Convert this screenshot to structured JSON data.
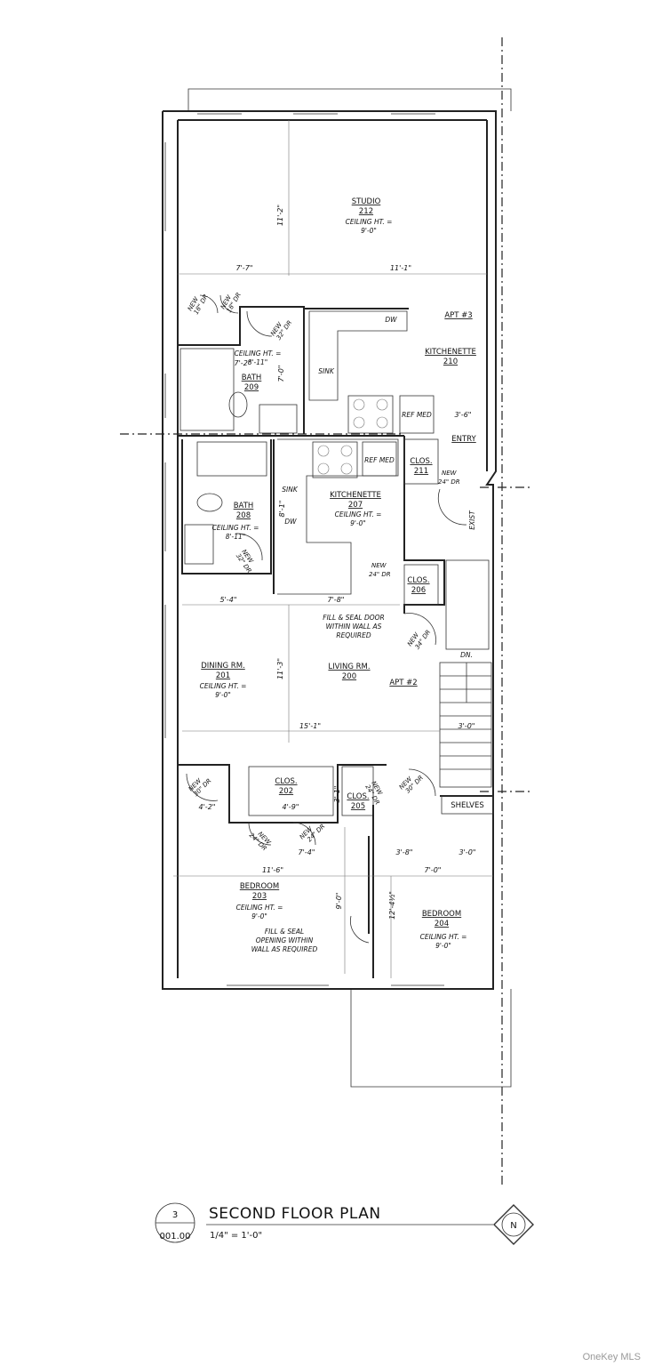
{
  "plan": {
    "title": "SECOND FLOOR PLAN",
    "scale": "1/4\" = 1'-0\"",
    "detail_number": "3",
    "sheet_number": "001.00",
    "north_label": "N"
  },
  "rooms": {
    "studio": {
      "name": "STUDIO",
      "number": "212",
      "ceiling_line1": "CEILING HT. =",
      "ceiling_line2": "9'-0\""
    },
    "apt3": {
      "name": "APT #3"
    },
    "kitchenette210": {
      "name": "KITCHENETTE",
      "number": "210"
    },
    "bath209": {
      "name": "BATH",
      "number": "209",
      "ceiling_line1": "CEILING HT. =",
      "ceiling_line2": "8'-11\""
    },
    "bath208": {
      "name": "BATH",
      "number": "208",
      "ceiling_line1": "CEILING HT. =",
      "ceiling_line2": "8'-11\""
    },
    "kitchenette207": {
      "name": "KITCHENETTE",
      "number": "207",
      "ceiling_line1": "CEILING HT. =",
      "ceiling_line2": "9'-0\""
    },
    "clos211": {
      "name": "CLOS.",
      "number": "211"
    },
    "entry": {
      "name": "ENTRY"
    },
    "exist": {
      "name": "EXIST"
    },
    "clos206": {
      "name": "CLOS.",
      "number": "206"
    },
    "dining": {
      "name": "DINING RM.",
      "number": "201",
      "ceiling_line1": "CEILING HT. =",
      "ceiling_line2": "9'-0\""
    },
    "living": {
      "name": "LIVING RM.",
      "number": "200"
    },
    "apt2": {
      "name": "APT #2"
    },
    "clos202": {
      "name": "CLOS.",
      "number": "202"
    },
    "clos205": {
      "name": "CLOS.",
      "number": "205"
    },
    "bedroom203": {
      "name": "BEDROOM",
      "number": "203",
      "ceiling_line1": "CEILING HT. =",
      "ceiling_line2": "9'-0\""
    },
    "bedroom204": {
      "name": "BEDROOM",
      "number": "204",
      "ceiling_line1": "CEILING HT. =",
      "ceiling_line2": "9'-0\""
    },
    "shelves": {
      "name": "SHELVES"
    },
    "stairs": {
      "name": "DN."
    }
  },
  "fixtures": {
    "dw": "DW",
    "sink": "SINK",
    "ref_med": "REF MED"
  },
  "notes": {
    "fill_door": [
      "FILL & SEAL DOOR",
      "WITHIN WALL AS",
      "REQUIRED"
    ],
    "fill_opening": [
      "FILL & SEAL",
      "OPENING WITHIN",
      "WALL AS REQUIRED"
    ]
  },
  "doors": {
    "d1": [
      "NEW",
      "18\" DR"
    ],
    "d2": [
      "NEW",
      "18\" DR"
    ],
    "d3": [
      "NEW",
      "32\" DR"
    ],
    "d4": [
      "NEW",
      "24\" DR"
    ],
    "d5": [
      "NEW",
      "32\" DR"
    ],
    "d6": [
      "NEW",
      "24\" DR"
    ],
    "d7": [
      "NEW",
      "34\" DR"
    ],
    "d8": [
      "NEW",
      "30\" DR"
    ],
    "d9": [
      "NEW",
      "24\" DR"
    ],
    "d10": [
      "NEW",
      "24\" DR"
    ],
    "d11": [
      "NEW",
      "24\" DR"
    ],
    "d12": [
      "NEW",
      "30\" DR"
    ]
  },
  "dimensions": {
    "studio_height": "11'-2\"",
    "studio_w1": "7'-7\"",
    "studio_w2": "11'-1\"",
    "bath209_w": "7'-2\"",
    "bath209_h": "7'-0\"",
    "entry_w": "3'-6\"",
    "kitchen207_h": "8'-1\"",
    "bath208_w": "5'-4\"",
    "kitchen207_w": "7'-8\"",
    "living_h": "11'-3\"",
    "living_w": "15'-1\"",
    "stair_w": "3'-0\"",
    "clos202_w": "4'-9\"",
    "bed203_offset": "4'-2\"",
    "clos205_h": "3'-1\"",
    "hall_w": "7'-4\"",
    "bed203_w": "11'-6\"",
    "bed203_h": "9'-0\"",
    "d_3_8": "3'-8\"",
    "d_3_0": "3'-0\"",
    "bed204_w": "7'-0\"",
    "bed204_h": "12'-4½\""
  },
  "watermark": "OneKey MLS"
}
